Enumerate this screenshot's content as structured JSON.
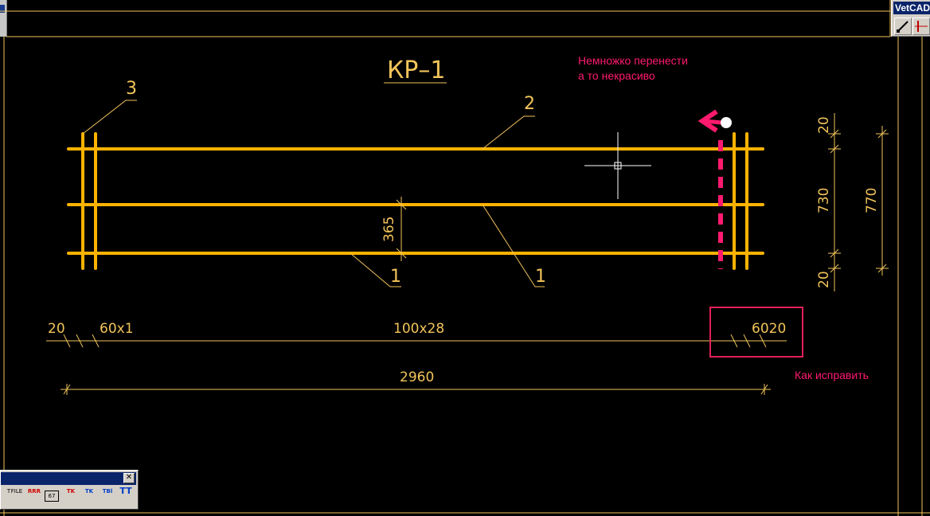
{
  "drawing": {
    "title": "КР–1",
    "position_labels": {
      "pos3": "3",
      "pos2": "2",
      "pos1_left": "1",
      "pos1_right": "1"
    },
    "dims": {
      "d365": "365",
      "left_20": "20",
      "left_60x1": "60x1",
      "middle_100x28": "100x28",
      "right_60x1_20": "6020",
      "total_2960": "2960",
      "right_top_20": "20",
      "right_730": "730",
      "right_bottom_20": "20",
      "right_770": "770"
    },
    "colors": {
      "bars": "#ffb300",
      "lines": "#f2c45a",
      "annotation": "#ff1a6e",
      "background": "#000000"
    }
  },
  "annotations": {
    "move_note_line1": "Немножко перенести",
    "move_note_line2": "а то некрасиво",
    "fix_note": "Как исправить"
  },
  "vetcad_toolbar": {
    "title": "VetCAD",
    "buttons": [
      {
        "icon": "draw-line-icon"
      },
      {
        "icon": "dimension-icon"
      }
    ]
  },
  "tk_toolbar": {
    "close_label": "✕",
    "buttons": [
      {
        "icon": "text-cut-icon",
        "label": "T"
      },
      {
        "icon": "file-icon",
        "label": "FILE"
      },
      {
        "icon": "hatch-red-icon",
        "label": "RRR"
      },
      {
        "icon": "frame-67-icon",
        "label": "67"
      },
      {
        "icon": "tk-red-icon",
        "label": "TK"
      },
      {
        "icon": "tk-blue-icon",
        "label": "TK"
      },
      {
        "icon": "tbl-icon",
        "label": "TBl"
      },
      {
        "icon": "text-style-icon",
        "label": "TT"
      }
    ]
  }
}
